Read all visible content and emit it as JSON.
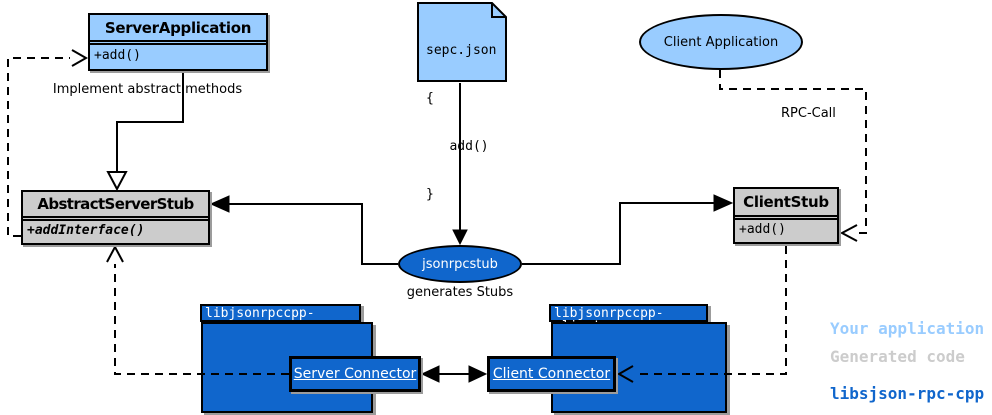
{
  "diagram": {
    "server_application": {
      "title": "ServerApplication",
      "method": "+add()"
    },
    "abstract_server_stub": {
      "title": "AbstractServerStub",
      "method": "+addInterface()"
    },
    "client_stub": {
      "title": "ClientStub",
      "method": "+add()"
    },
    "spec_note": {
      "lines": [
        "sepc.json",
        "{",
        "   add()",
        "}"
      ]
    },
    "client_application": {
      "label": "Client Application"
    },
    "jsonrpcstub": {
      "label": "jsonrpcstub",
      "caption": "generates Stubs"
    },
    "server_package": {
      "tab": "libjsonrpccpp-server",
      "connector": "Server Connector"
    },
    "client_package": {
      "tab": "libjsonrpccpp-client",
      "connector": "Client Connector"
    },
    "annotations": {
      "implement": "Implement abstract methods",
      "rpc_call": "RPC-Call"
    },
    "legend": {
      "your_application": {
        "label": "Your application",
        "color": "#99CCFF"
      },
      "generated_code": {
        "label": "Generated code",
        "color": "#CCCCCC"
      },
      "library": {
        "label": "libsjson-rpc-cpp",
        "color": "#1066CC"
      }
    },
    "colors": {
      "user_code": "#99CCFF",
      "generated_code": "#CCCCCC",
      "library_code": "#1066CC",
      "line": "#000000"
    }
  }
}
